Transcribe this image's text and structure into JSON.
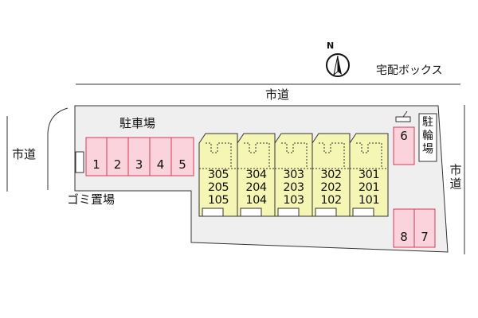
{
  "labels": {
    "road_top": "市道",
    "road_left": "市道",
    "road_right": [
      "市",
      "道"
    ],
    "parking": "駐車場",
    "trash": "ゴミ置場",
    "delivery_box": "宅配ボックス",
    "bicycle_parking": [
      "駐",
      "輪",
      "場"
    ],
    "north": "N"
  },
  "parking_stalls": [
    "1",
    "2",
    "3",
    "4",
    "5",
    "6",
    "8",
    "7"
  ],
  "units": [
    [
      "305",
      "205",
      "105"
    ],
    [
      "304",
      "204",
      "104"
    ],
    [
      "303",
      "203",
      "103"
    ],
    [
      "302",
      "202",
      "102"
    ],
    [
      "301",
      "201",
      "101"
    ]
  ],
  "colors": {
    "lot_fill": "#efefef",
    "stall_fill": "#fbd3dc",
    "stall_border": "#d83a55",
    "building_fill": "#f6f6b4",
    "outline": "#333333"
  }
}
